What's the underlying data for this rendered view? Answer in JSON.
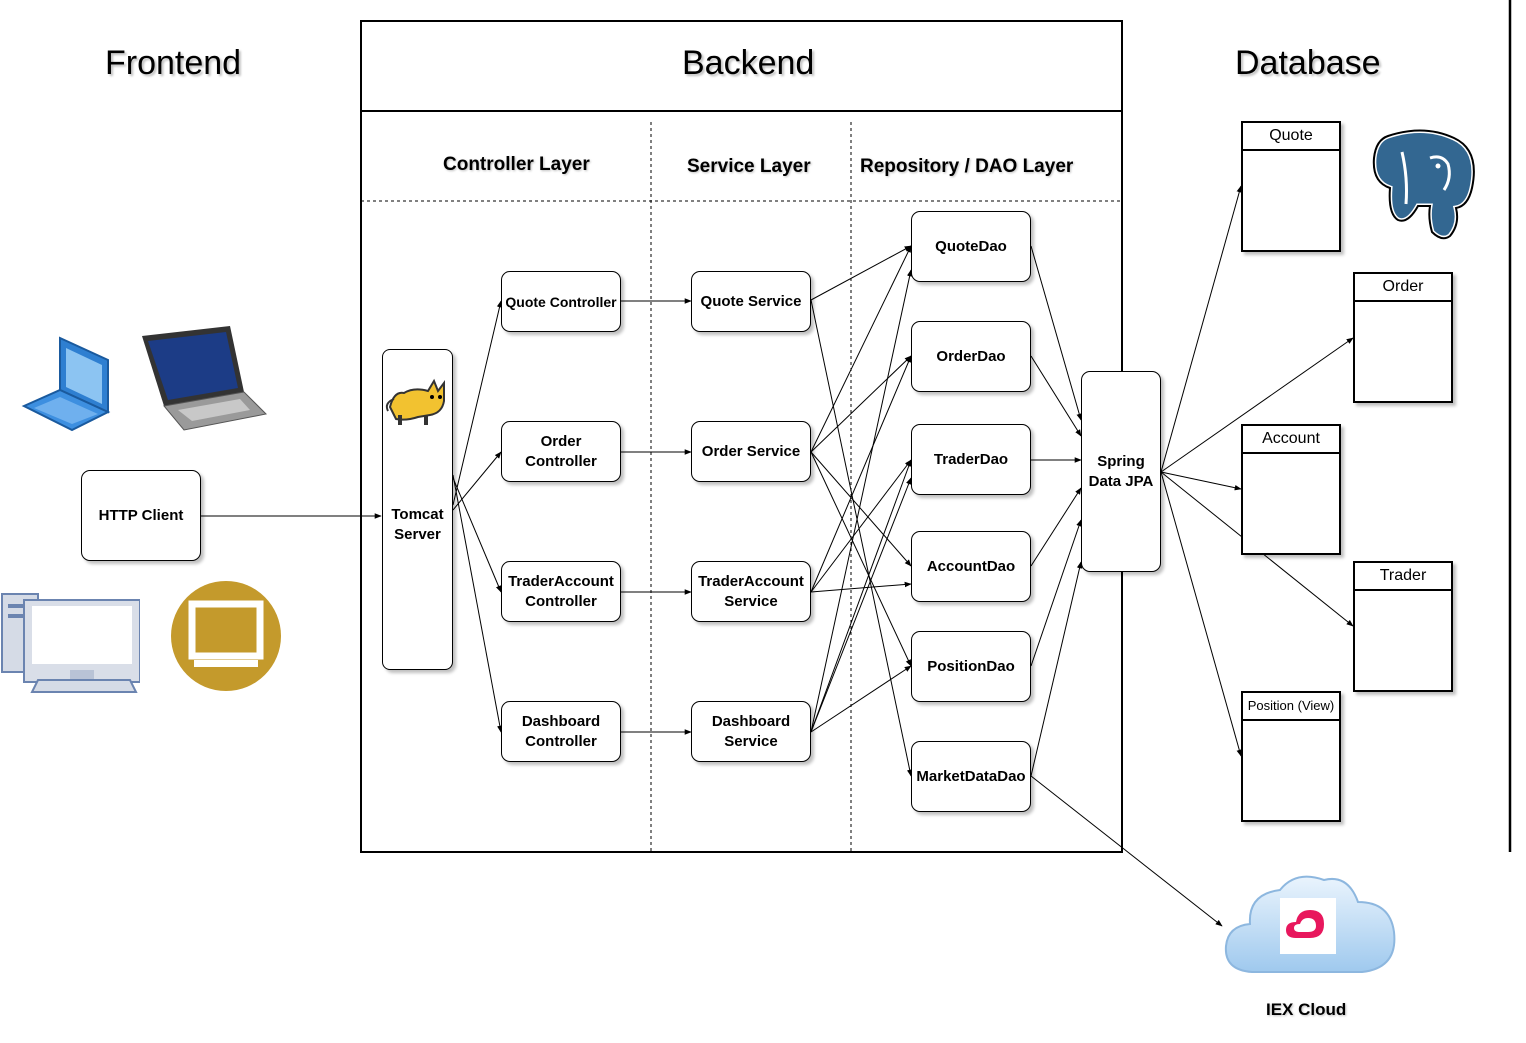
{
  "sections": {
    "frontend": "Frontend",
    "backend": "Backend",
    "database": "Database"
  },
  "layers": {
    "controller": "Controller Layer",
    "service": "Service Layer",
    "repository": "Repository / DAO Layer"
  },
  "frontend": {
    "http_client": "HTTP Client"
  },
  "server": {
    "tomcat": "Tomcat Server"
  },
  "controllers": {
    "quote": "Quote Controller",
    "order": "Order Controller",
    "trader_account": "TraderAccount Controller",
    "dashboard": "Dashboard Controller"
  },
  "services": {
    "quote": "Quote Service",
    "order": "Order Service",
    "trader_account": "TraderAccount Service",
    "dashboard": "Dashboard Service"
  },
  "daos": {
    "quote": "QuoteDao",
    "order": "OrderDao",
    "trader": "TraderDao",
    "account": "AccountDao",
    "position": "PositionDao",
    "market_data": "MarketDataDao"
  },
  "jpa": "Spring Data JPA",
  "tables": {
    "quote": "Quote",
    "order": "Order",
    "account": "Account",
    "trader": "Trader",
    "position": "Position (View)"
  },
  "external": {
    "iex": "IEX Cloud"
  },
  "icons": {
    "laptop_blue": "laptop-blue-icon",
    "laptop": "laptop-icon",
    "desktop": "desktop-computer-icon",
    "monitor": "monitor-badge-icon",
    "tomcat": "tomcat-icon",
    "postgres": "postgresql-elephant-icon",
    "cloud": "iex-cloud-icon"
  },
  "colors": {
    "postgres_blue": "#336791",
    "monitor_gold": "#c49a2c",
    "iex_pink": "#e8175d",
    "cloud_blue": "#9fc9ee"
  }
}
